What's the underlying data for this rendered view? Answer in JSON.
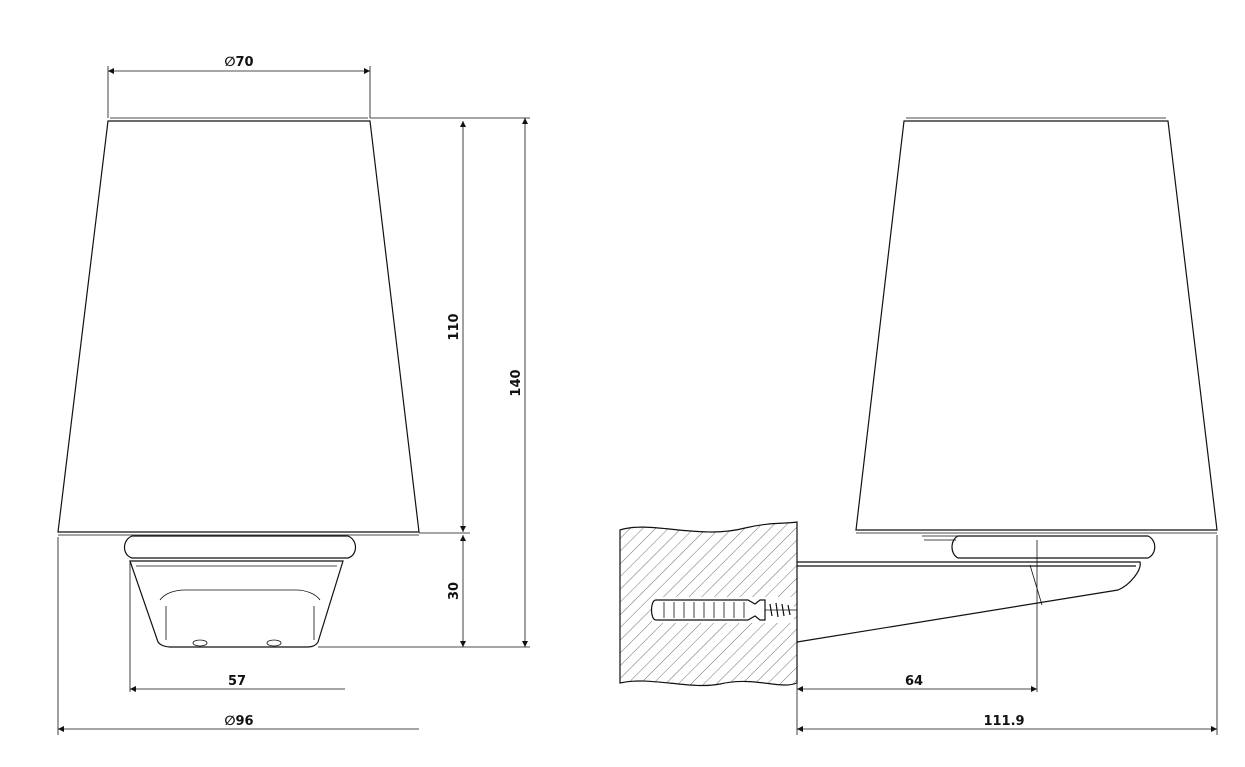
{
  "front_view": {
    "dim_top_diameter": "∅70",
    "dim_cup_height": "110",
    "dim_total_height": "140",
    "dim_base_height": "30",
    "dim_base_width": "57",
    "dim_bottom_diameter": "∅96"
  },
  "side_view": {
    "dim_projection": "64",
    "dim_total_depth": "111.9"
  }
}
